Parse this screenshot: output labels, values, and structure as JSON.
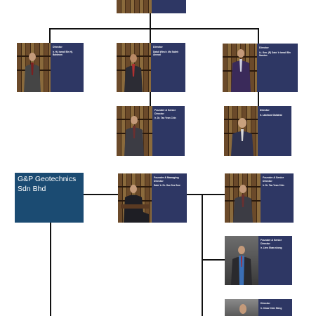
{
  "company": {
    "name": "G&P Geotechnics Sdn Bhd"
  },
  "cards": [
    {
      "id": "top",
      "role": "",
      "name": ""
    },
    {
      "id": "d1",
      "role": "Director",
      "name": "Ir. Hj. Ismail Bin Hj. Baharom"
    },
    {
      "id": "d2",
      "role": "Director",
      "name": "Datuk Wira Ir. Md Salleh Ahmad"
    },
    {
      "id": "d3",
      "role": "Director",
      "name": "Lt. Gen. (R) Dato' Ir Ismail Bin Samion"
    },
    {
      "id": "f1",
      "role": "Founder & Senior Director",
      "name": "Ir. Dr. Tan Yean Chin"
    },
    {
      "id": "f2",
      "role": "Director",
      "name": "Ir. Lalchand Gulabrai"
    },
    {
      "id": "md",
      "role": "Founder & Managing Director",
      "name": "Dato' Ir. Dr. Gue See Sew"
    },
    {
      "id": "r1",
      "role": "Founder & Senior Director",
      "name": "Ir. Dr. Tan Yean Chin"
    },
    {
      "id": "r2",
      "role": "Founder & Senior Director",
      "name": "Ir. Liew Shaw shong"
    },
    {
      "id": "r3",
      "role": "Director",
      "name": "Ir. Chow Chee Meng"
    }
  ]
}
